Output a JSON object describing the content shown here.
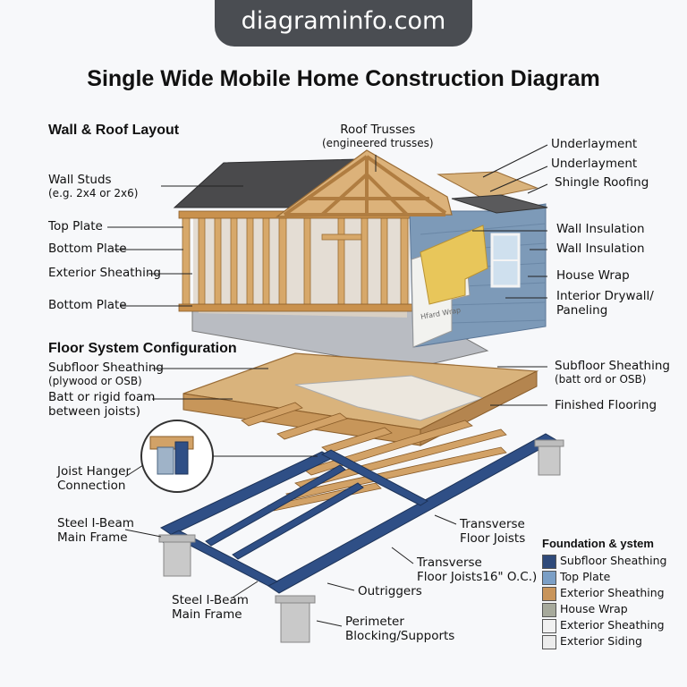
{
  "watermark": "diagraminfo.com",
  "title": "Single Wide Mobile Home Construction Diagram",
  "sections": {
    "wall_roof": "Wall & Roof Layout",
    "floor": "Floor System Configuration"
  },
  "left_labels": {
    "wall_studs": "Wall Studs",
    "wall_studs_sub": "(e.g. 2x4 or 2x6)",
    "top_plate": "Top Plate",
    "bottom_plate_1": "Bottom Plate",
    "exterior_sheathing": "Exterior Sheathing",
    "bottom_plate_2": "Bottom Plate",
    "subfloor_sheathing": "Subfloor Sheathing",
    "subfloor_sheathing_sub": "(plywood or OSB)",
    "batt_foam_1": "Batt or rigid foam",
    "batt_foam_2": "between joists)",
    "joist_hanger_1": "Joist Hanger",
    "joist_hanger_2": "Connection",
    "steel_beam_1a": "Steel I-Beam",
    "steel_beam_1b": "Main Frame",
    "steel_beam_2a": "Steel I-Beam",
    "steel_beam_2b": "Main Frame"
  },
  "top_labels": {
    "roof_trusses": "Roof Trusses",
    "roof_trusses_sub": "(engineered trusses)"
  },
  "right_labels": {
    "underlayment_1": "Underlayment",
    "underlayment_2": "Underlayment",
    "shingle_roofing": "Shingle Roofing",
    "wall_insulation_1": "Wall Insulation",
    "wall_insulation_2": "Wall Insulation",
    "house_wrap": "House Wrap",
    "interior_drywall_1": "Interior Drywall/",
    "interior_drywall_2": "Paneling",
    "subfloor_sheathing": "Subfloor Sheathing",
    "subfloor_sheathing_sub": "(batt ord or OSB)",
    "finished_flooring": "Finished Flooring"
  },
  "bottom_labels": {
    "transverse_1a": "Transverse",
    "transverse_1b": "Floor Joists",
    "transverse_2a": "Transverse",
    "transverse_2b": "Floor Joists16\" O.C.)",
    "outriggers": "Outriggers",
    "perimeter_1": "Perimeter",
    "perimeter_2": "Blocking/Supports"
  },
  "wrap_print": "Hfard Wrap",
  "legend": {
    "title": "Foundation & ystem",
    "items": [
      {
        "label": "Subfloor Sheathing",
        "color": "#2f4a7a"
      },
      {
        "label": "Top Plate",
        "color": "#7b9fc6"
      },
      {
        "label": "Exterior Sheathing",
        "color": "#c8945a"
      },
      {
        "label": "House Wrap",
        "color": "#a7aa9c"
      },
      {
        "label": "Exterior Sheathing",
        "color": "#f1f1f1"
      },
      {
        "label": "Exterior Siding",
        "color": "#ececec"
      }
    ]
  },
  "colors": {
    "steel": "#2f4f86",
    "lumber": "#d9b077",
    "siding": "#7d9ab8",
    "shingle": "#4a4a4c",
    "insulation": "#e8c65a",
    "concrete": "#c9c9c9"
  }
}
